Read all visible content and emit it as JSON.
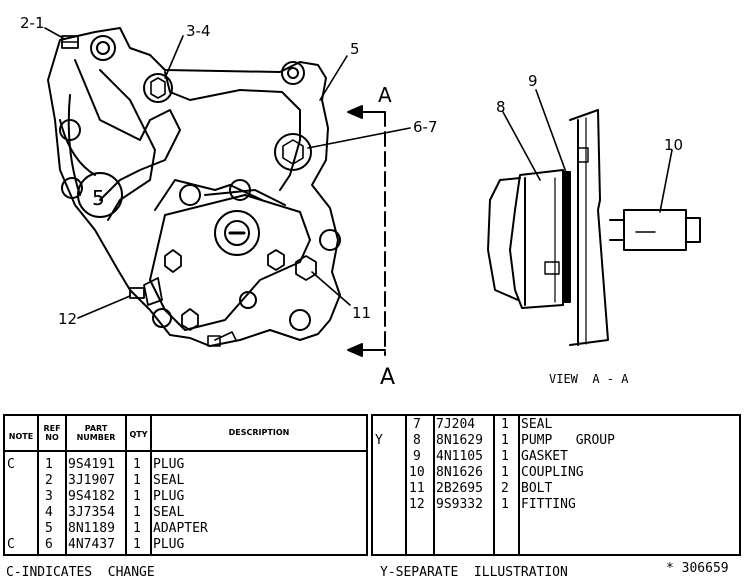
{
  "drawing": {
    "callouts": [
      "2-1",
      "3-4",
      "5",
      "6-7",
      "11",
      "12",
      "8",
      "9",
      "10"
    ],
    "section_marker": "A",
    "view_label": "VIEW  A - A"
  },
  "left_table": {
    "headers": {
      "note": "NOTE",
      "ref_no": "REF NO",
      "part_number": "PART NUMBER",
      "qty": "QTY",
      "description": "DESCRIPTION"
    },
    "rows": [
      {
        "note": "C",
        "ref": "1",
        "part": "9S4191",
        "qty": "1",
        "desc": "PLUG"
      },
      {
        "note": "",
        "ref": "2",
        "part": "3J1907",
        "qty": "1",
        "desc": "SEAL"
      },
      {
        "note": "",
        "ref": "3",
        "part": "9S4182",
        "qty": "1",
        "desc": "PLUG"
      },
      {
        "note": "",
        "ref": "4",
        "part": "3J7354",
        "qty": "1",
        "desc": "SEAL"
      },
      {
        "note": "",
        "ref": "5",
        "part": "8N1189",
        "qty": "1",
        "desc": "ADAPTER"
      },
      {
        "note": "C",
        "ref": "6",
        "part": "4N7437",
        "qty": "1",
        "desc": "PLUG"
      }
    ]
  },
  "right_table": {
    "rows": [
      {
        "note": "",
        "ref": "7",
        "part": "7J204",
        "qty": "1",
        "desc": "SEAL"
      },
      {
        "note": "Y",
        "ref": "8",
        "part": "8N1629",
        "qty": "1",
        "desc": "PUMP   GROUP"
      },
      {
        "note": "",
        "ref": "9",
        "part": "4N1105",
        "qty": "1",
        "desc": "GASKET"
      },
      {
        "note": "",
        "ref": "10",
        "part": "8N1626",
        "qty": "1",
        "desc": "COUPLING"
      },
      {
        "note": "",
        "ref": "11",
        "part": "2B2695",
        "qty": "2",
        "desc": "BOLT"
      },
      {
        "note": "",
        "ref": "12",
        "part": "9S9332",
        "qty": "1",
        "desc": "FITTING"
      }
    ]
  },
  "footer": {
    "left": "C-INDICATES  CHANGE",
    "center": "Y-SEPARATE  ILLUSTRATION",
    "right": "* 306659"
  }
}
